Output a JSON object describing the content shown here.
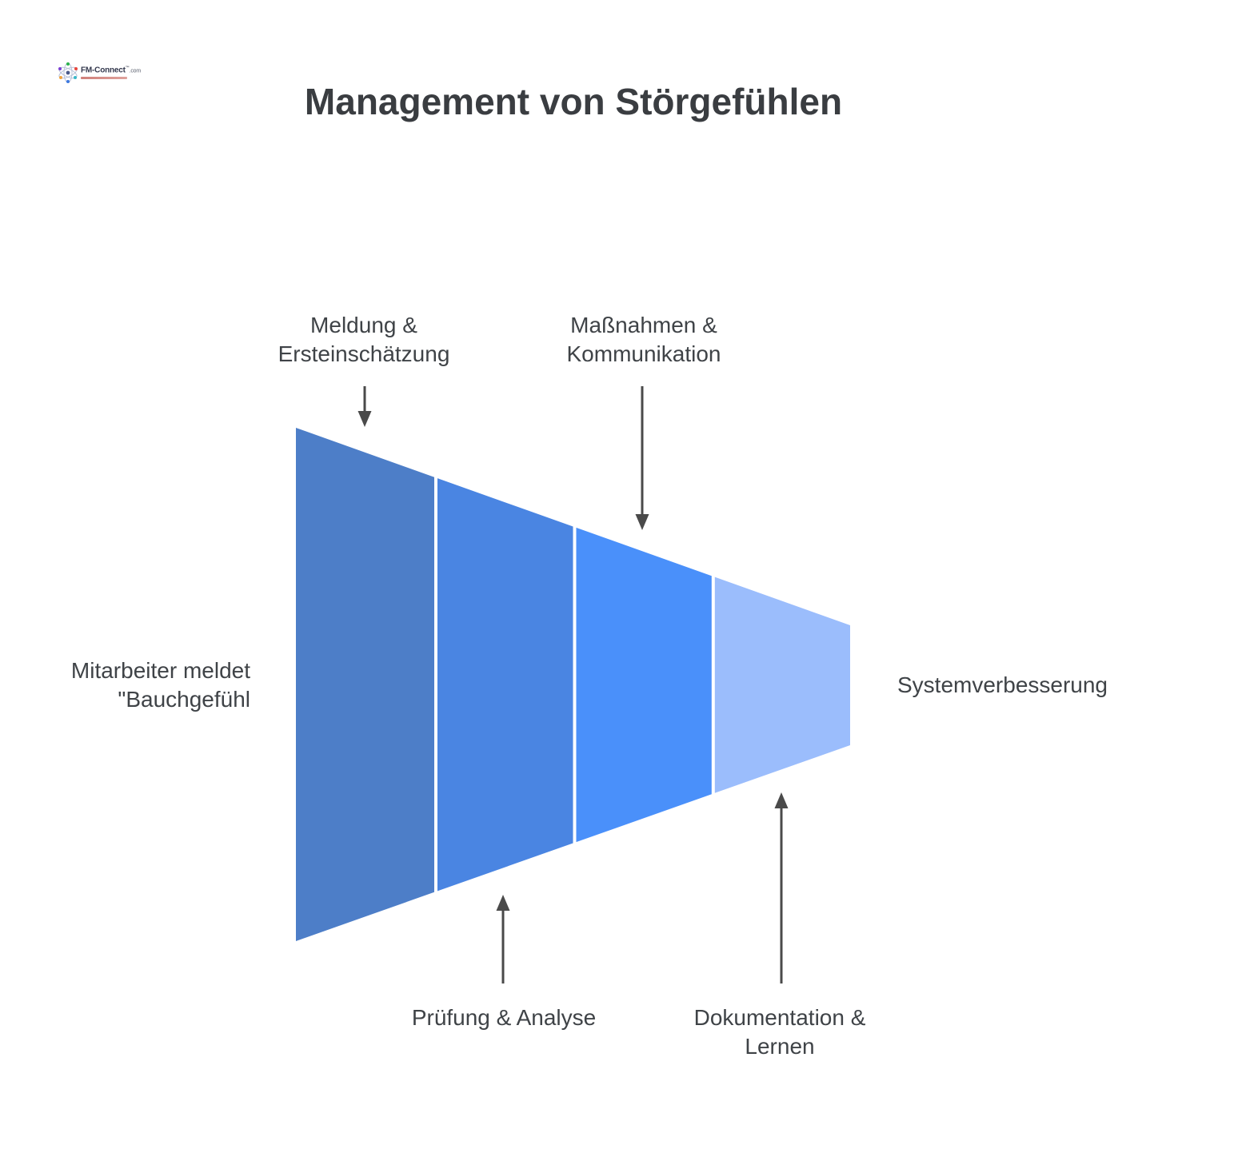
{
  "logo": {
    "brand": "FM-Connect",
    "suffix": ".com",
    "tm": "™"
  },
  "title": "Management von Störgefühlen",
  "funnel": {
    "arrow_color": "#4a4a4a",
    "divider_color": "#ffffff",
    "segments": [
      {
        "label": "Meldung &\nErsteinschätzung",
        "color": "#4d7ec8"
      },
      {
        "label": "Prüfung & Analyse",
        "color": "#4a85e2"
      },
      {
        "label": "Maßnahmen &\nKommunikation",
        "color": "#4a90fa"
      },
      {
        "label": "Dokumentation &\nLernen",
        "color": "#9bbdfc"
      }
    ],
    "input_label": "Mitarbeiter meldet\n\"Bauchgefühl",
    "output_label": "Systemverbesserung"
  }
}
